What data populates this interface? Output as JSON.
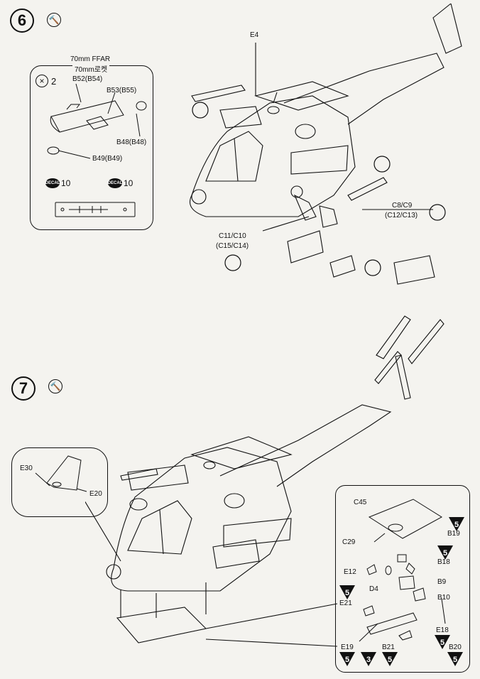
{
  "step6": {
    "number": "6",
    "inset": {
      "title_en": "70mm  FFAR",
      "title_kr": "70mm로켓",
      "multiplier": "2",
      "parts": [
        "B52(B54)",
        "B53(B55)",
        "B48(B48)",
        "B49(B49)"
      ],
      "decal_label": "DECAL",
      "decal_numbers": [
        "10",
        "10"
      ]
    },
    "callouts": {
      "top": "E4",
      "right_line1": "C8/C9",
      "right_line2": "(C12/C13)",
      "left_line1": "C11/C10",
      "left_line2": "(C15/C14)"
    }
  },
  "step7": {
    "number": "7",
    "inset": {
      "parts": [
        "E30",
        "E20"
      ]
    },
    "detail_parts": {
      "c45": "C45",
      "b19": "B19",
      "c29": "C29",
      "b18": "B18",
      "e12": "E12",
      "b9": "B9",
      "d4": "D4",
      "b10": "B10",
      "e21": "E21",
      "e18": "E18",
      "e19": "E19",
      "b21": "B21",
      "b20": "B20"
    },
    "triangle_badges": [
      "5",
      "5",
      "5",
      "5",
      "5",
      "3",
      "5",
      "5"
    ]
  }
}
